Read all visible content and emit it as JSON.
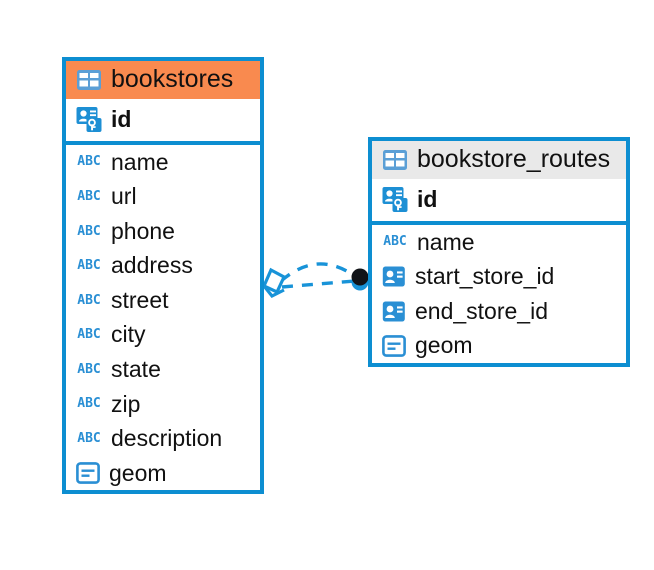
{
  "diagram": {
    "title": "Entity relationship diagram",
    "background": "#ffffff",
    "accent_color": "#0d8ed1",
    "header_highlight_color": "#f98a4f",
    "header_plain_color": "#e9e9e9",
    "icon_color": "#2a8fd4"
  },
  "entities": [
    {
      "id": "bookstores",
      "name": "bookstores",
      "header_style": "accent",
      "table_icon": "table-icon",
      "primary_key": {
        "name": "id",
        "icon": "primary-key-icon"
      },
      "fields": [
        {
          "name": "name",
          "icon": "text-type-icon"
        },
        {
          "name": "url",
          "icon": "text-type-icon"
        },
        {
          "name": "phone",
          "icon": "text-type-icon"
        },
        {
          "name": "address",
          "icon": "text-type-icon"
        },
        {
          "name": "street",
          "icon": "text-type-icon"
        },
        {
          "name": "city",
          "icon": "text-type-icon"
        },
        {
          "name": "state",
          "icon": "text-type-icon"
        },
        {
          "name": "zip",
          "icon": "text-type-icon"
        },
        {
          "name": "description",
          "icon": "text-type-icon"
        },
        {
          "name": "geom",
          "icon": "geometry-type-icon"
        }
      ]
    },
    {
      "id": "bookstore_routes",
      "name": "bookstore_routes",
      "header_style": "plain",
      "table_icon": "table-icon",
      "primary_key": {
        "name": "id",
        "icon": "primary-key-icon"
      },
      "fields": [
        {
          "name": "name",
          "icon": "text-type-icon"
        },
        {
          "name": "start_store_id",
          "icon": "foreign-key-icon"
        },
        {
          "name": "end_store_id",
          "icon": "foreign-key-icon"
        },
        {
          "name": "geom",
          "icon": "geometry-type-icon"
        }
      ]
    }
  ],
  "relationships": [
    {
      "id": "rel-start-store",
      "from": "bookstores.id",
      "to": "bookstore_routes.start_store_id",
      "from_marker": "crows-foot-diamond-marker",
      "to_marker": "filled-circle-marker",
      "line_style": "dashed",
      "color": "#0d8ed1"
    },
    {
      "id": "rel-end-store",
      "from": "bookstores.id",
      "to": "bookstore_routes.end_store_id",
      "from_marker": "crows-foot-diamond-marker",
      "to_marker": "filled-circle-marker",
      "line_style": "dashed",
      "color": "#0d8ed1"
    }
  ],
  "icon_glyphs": {
    "text-type-icon": "ABC",
    "table-icon": "grid",
    "primary-key-icon": "badge-key",
    "foreign-key-icon": "badge",
    "geometry-type-icon": "lines-box"
  }
}
